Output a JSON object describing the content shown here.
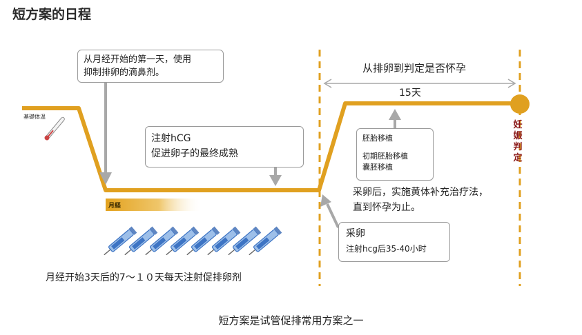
{
  "diagram": {
    "title": "短方案的日程",
    "bbt_label": "基礎体温",
    "period_label": "月経",
    "callout_start": [
      "从月经开始的第一天，使用",
      "抑制排卵的滴鼻剂。"
    ],
    "callout_hcg": [
      "注射hCG",
      "促进卵子的最终成熟"
    ],
    "callout_transfer": {
      "line1": "胚胎移植",
      "line2": "初期胚胎移植",
      "line3": "囊胚移植"
    },
    "callout_retrieval": {
      "title": "采卵",
      "detail": "注射hcg后35-40小时"
    },
    "range_title": "从排卵到判定是否怀孕",
    "range_days": "15天",
    "luteal_note": [
      "采卵后，实施黄体补充治疗法，",
      "直到怀孕为止。"
    ],
    "verdict": "妊娠判定",
    "injection_note": "月经开始3天后的7～１０天每天注射促排卵剂",
    "syringe_count": 8
  },
  "caption": "短方案是试管促排常用方案之一",
  "colors": {
    "curve": "#e0a020",
    "dashed_line": "#e0a020",
    "verdict_text": "#8b1a1a",
    "arrow_gray": "#a8a8a8",
    "syringe_blue": "#3d74c4"
  }
}
